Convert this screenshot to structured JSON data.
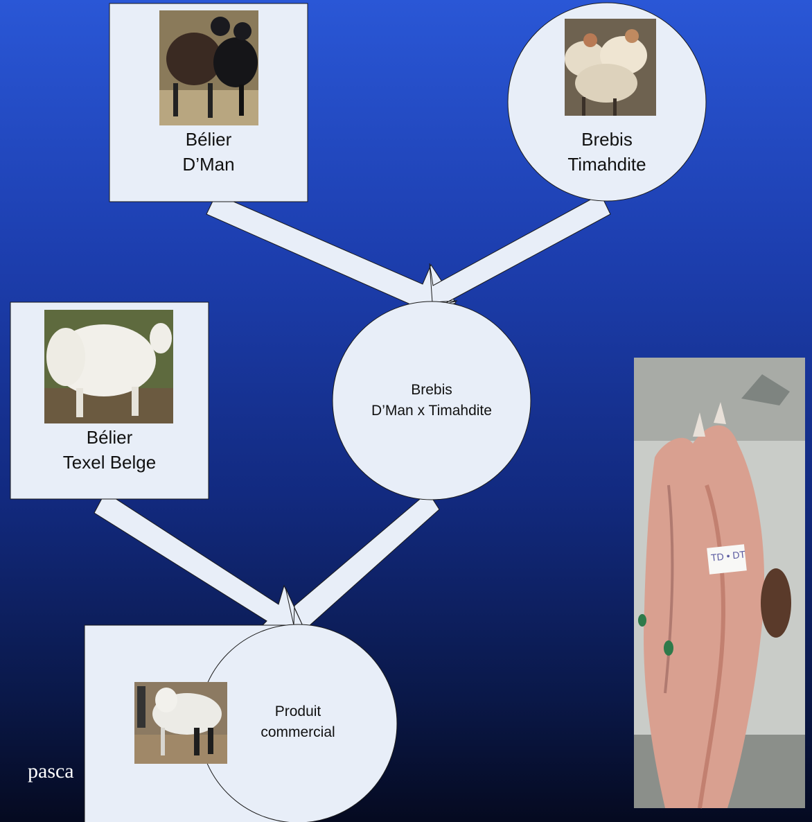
{
  "nodes": {
    "belier_dman": {
      "line1": "Bélier",
      "line2": "D’Man"
    },
    "brebis_timahdite": {
      "line1": "Brebis",
      "line2": "Timahdite"
    },
    "belier_texel": {
      "line1": "Bélier",
      "line2": "Texel Belge"
    },
    "brebis_cross": {
      "line1": "Brebis",
      "line2": "D’Man x Timahdite"
    },
    "produit": {
      "line1": "Produit",
      "line2": "commercial"
    }
  },
  "carcass_tag": "TD • DT",
  "footer": "pasca",
  "colors": {
    "shape_fill": "#e8eef8",
    "shape_stroke": "#1a1a1a",
    "background_top": "#2a57d6",
    "background_bottom": "#050a20"
  },
  "photos": [
    "black-rams-photo",
    "white-ewes-photo",
    "texel-ram-photo",
    "lamb-photo",
    "carcass-photo"
  ]
}
